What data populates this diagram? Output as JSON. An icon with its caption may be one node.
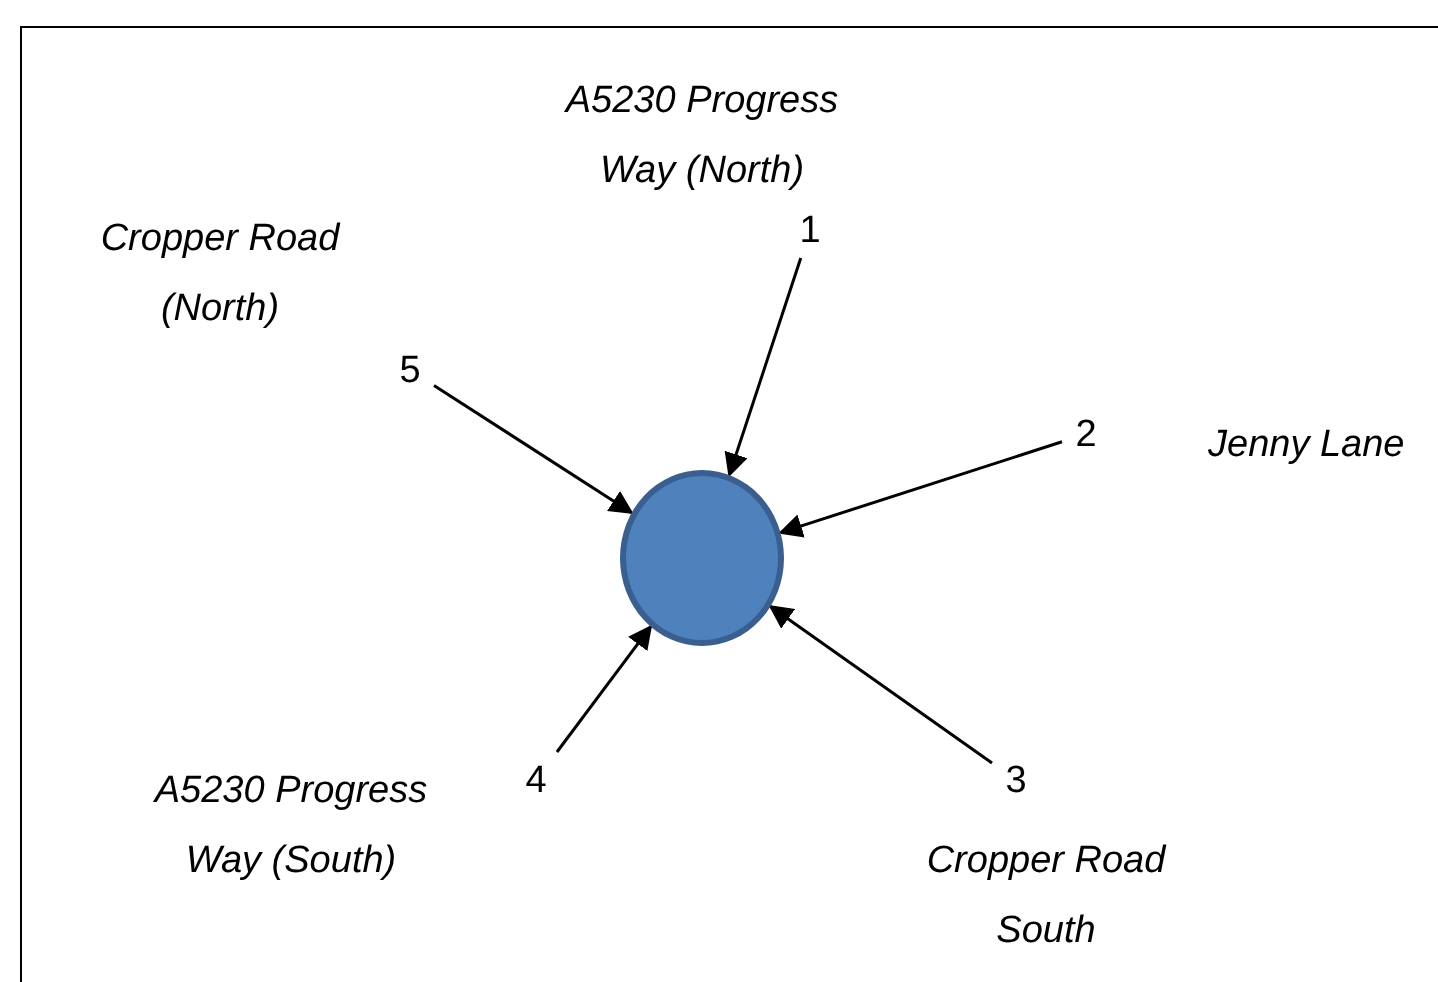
{
  "diagram": {
    "nodes": [
      {
        "text": [
          "1"
        ],
        "beside": [
          "A5230 Progress Way (North)"
        ]
      },
      {
        "text": [
          "5"
        ],
        "beside": [
          "Cropper Road (North)"
        ]
      },
      {
        "text": [
          "2"
        ],
        "beside": [
          "Jenny Lane"
        ]
      },
      {
        "text": [],
        "shape": "circle"
      },
      {
        "text": [
          "4"
        ],
        "beside": [
          "A5230 Progress Way (South)"
        ]
      },
      {
        "text": [
          "3"
        ],
        "beside": [
          "Cropper Road South"
        ]
      }
    ],
    "edges": [
      {
        "from": 0,
        "to": 3,
        "arrow": "to"
      },
      {
        "from": 2,
        "to": 3,
        "arrow": "to"
      },
      {
        "from": 5,
        "to": 3,
        "arrow": "to"
      },
      {
        "from": 4,
        "to": 3,
        "arrow": "to"
      },
      {
        "from": 1,
        "to": 3,
        "arrow": "to"
      }
    ]
  }
}
